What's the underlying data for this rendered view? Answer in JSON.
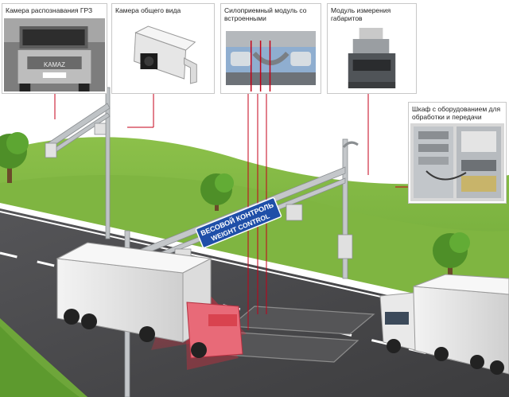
{
  "callouts": [
    {
      "id": "plate-camera",
      "title": "Камера распознавания ГРЗ"
    },
    {
      "id": "overview-camera",
      "title": "Камера общего вида"
    },
    {
      "id": "force-module",
      "title": "Силоприемный модуль со\nвстроенными тензодатчиками"
    },
    {
      "id": "dimension-module",
      "title": "Модуль измерения\nгабаритов"
    },
    {
      "id": "equipment-cabinet",
      "title": "Шкаф с оборудованием для\nобработки и передачи данных"
    }
  ],
  "sign": {
    "line1": "ВЕСОВОЙ КОНТРОЛЬ",
    "line2": "WEIGHT CONTROL"
  },
  "truck_brand": "KAMAZ",
  "colors": {
    "callout_line": "#c40018",
    "road": "#4a4a4c",
    "grass": "#6ea63a",
    "sign": "#1f4fa8",
    "laser": "#e8283c"
  }
}
